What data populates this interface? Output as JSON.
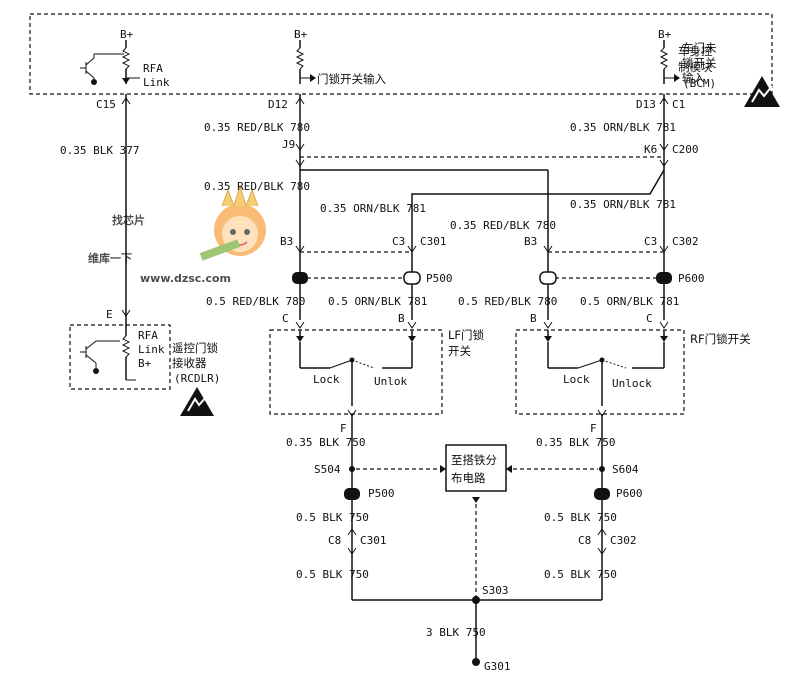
{
  "bcm": {
    "name_cn": [
      "车身控",
      "制模块"
    ],
    "name_en": "(BCM)",
    "bplus": "B+",
    "rfa_label": "RFA",
    "link_label": "Link",
    "door_lock_input": "门锁开关输入",
    "door_unlock_input": [
      "车门未",
      "锁开关",
      "输入"
    ]
  },
  "pins": {
    "c15": "C15",
    "d12": "D12",
    "d13": "D13",
    "c1": "C1",
    "j9": "J9",
    "k6": "K6",
    "c200": "C200",
    "b3": "B3",
    "c3": "C3",
    "c301": "C301",
    "c302": "C302",
    "p500": "P500",
    "p600": "P600",
    "c": "C",
    "b": "B",
    "e": "E",
    "f": "F",
    "s504": "S504",
    "s604": "S604",
    "s303": "S303",
    "c8": "C8",
    "g301": "G301"
  },
  "wires": {
    "w377": "0.35 BLK  377",
    "w780_top": "0.35 RED/BLK  780",
    "w781_top": "0.35 ORN/BLK  781",
    "w780_mid": "0.35 RED/BLK  780",
    "w781_mid_left": "0.35 ORN/BLK  781",
    "w780_mid_right": "0.35 RED/BLK  780",
    "w781_mid_right": "0.35 ORN/BLK  781",
    "w780_low_left": "0.5 RED/BLK  780",
    "w781_low_left": "0.5  ORN/BLK  781",
    "w780_low_right": "0.5 RED/BLK  780",
    "w781_low_right": "0.5  ORN/BLK  781",
    "w750_a_left": "0.35 BLK  750",
    "w750_a_right": "0.35 BLK  750",
    "w750_b_left": "0.5 BLK  750",
    "w750_b_right": "0.5 BLK  750",
    "w750_c_left": "0.5 BLK  750",
    "w750_c_right": "0.5 BLK  750",
    "w750_ground": "3 BLK  750"
  },
  "switches": {
    "lf_name": [
      "LF门锁",
      "开关"
    ],
    "rf_name": "RF门锁开关",
    "lock": "Lock",
    "unlock_left": "Unlok",
    "unlock_right": "Unlock"
  },
  "receiver": {
    "name": [
      "遥控门锁",
      "接收器"
    ],
    "abbr": "(RCDLR)",
    "rfa_label": "RFA",
    "link_label": "Link",
    "bplus": "B+"
  },
  "ground_note": [
    "至搭铁分",
    "布电路"
  ],
  "watermark": {
    "line1": "找芯片",
    "line2": "维库一下",
    "url": "www.dzsc.com"
  }
}
